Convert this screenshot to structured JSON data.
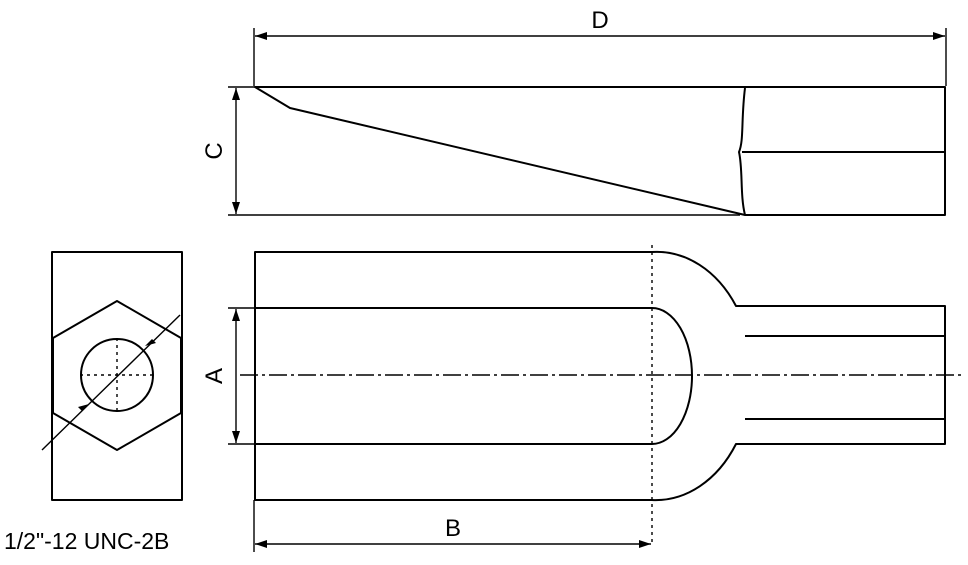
{
  "dimensions": {
    "a": "A",
    "b": "B",
    "c": "C",
    "d": "D"
  },
  "thread_spec": "1/2\"-12 UNC-2B"
}
